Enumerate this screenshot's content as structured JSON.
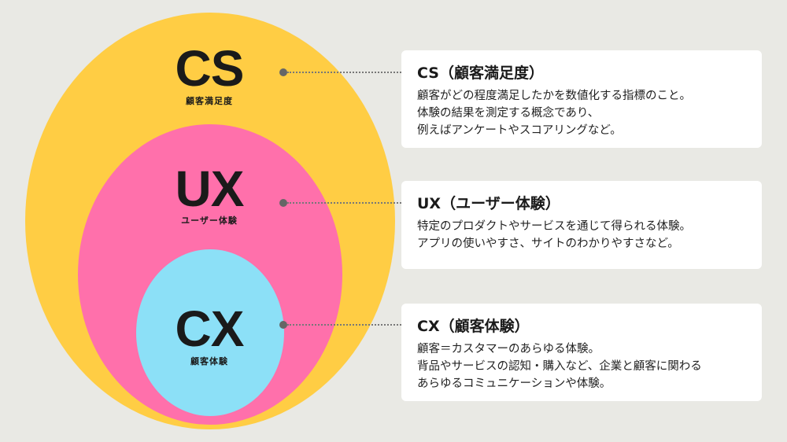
{
  "colors": {
    "cs": "#ffcd44",
    "ux": "#ff70ab",
    "cx": "#8ce0f7",
    "background": "#e9e9e4"
  },
  "circles": {
    "cs": {
      "title": "CS",
      "subtitle": "顧客満足度"
    },
    "ux": {
      "title": "UX",
      "subtitle": "ユーザー体験"
    },
    "cx": {
      "title": "CX",
      "subtitle": "顧客体験"
    }
  },
  "cards": {
    "cs": {
      "heading": "CS（顧客満足度）",
      "lines": [
        "顧客がどの程度満足したかを数値化する指標のこと。",
        "体験の結果を測定する概念であり、",
        "例えばアンケートやスコアリングなど。"
      ]
    },
    "ux": {
      "heading": "UX（ユーザー体験）",
      "lines": [
        "特定のプロダクトやサービスを通じて得られる体験。",
        "アプリの使いやすさ、サイトのわかりやすさなど。"
      ]
    },
    "cx": {
      "heading": "CX（顧客体験）",
      "lines": [
        "顧客＝カスタマーのあらゆる体験。",
        "背品やサービスの認知・購入など、企業と顧客に関わる",
        "あらゆるコミュニケーションや体験。"
      ]
    }
  }
}
